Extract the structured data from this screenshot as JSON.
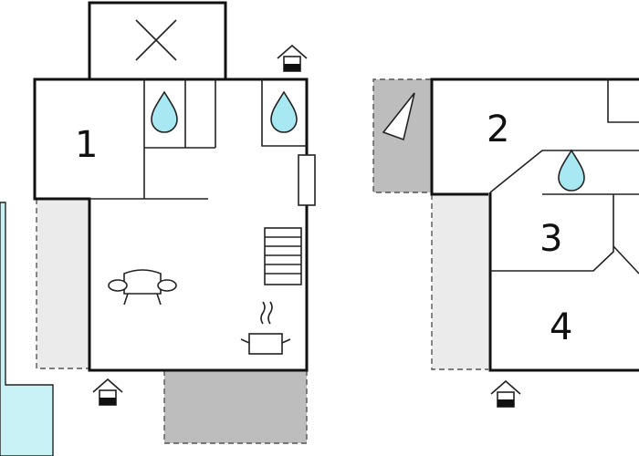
{
  "rooms": {
    "room1": "1",
    "room2": "2",
    "room3": "3",
    "room4": "4"
  },
  "icons": {
    "drop": "water-drop-icon",
    "entrance": "entrance-house-icon",
    "sofa": "sofa-icon",
    "pot": "cooking-pot-icon",
    "stairs": "staircase-icon",
    "cross": "void-cross-icon",
    "compass": "compass-triangle-icon"
  },
  "colors": {
    "water": "#a8e8f2",
    "pool": "#c8f2f6",
    "terrace_light": "#ebebeb",
    "terrace_dark": "#bdbdbd",
    "wall": "#111111"
  }
}
